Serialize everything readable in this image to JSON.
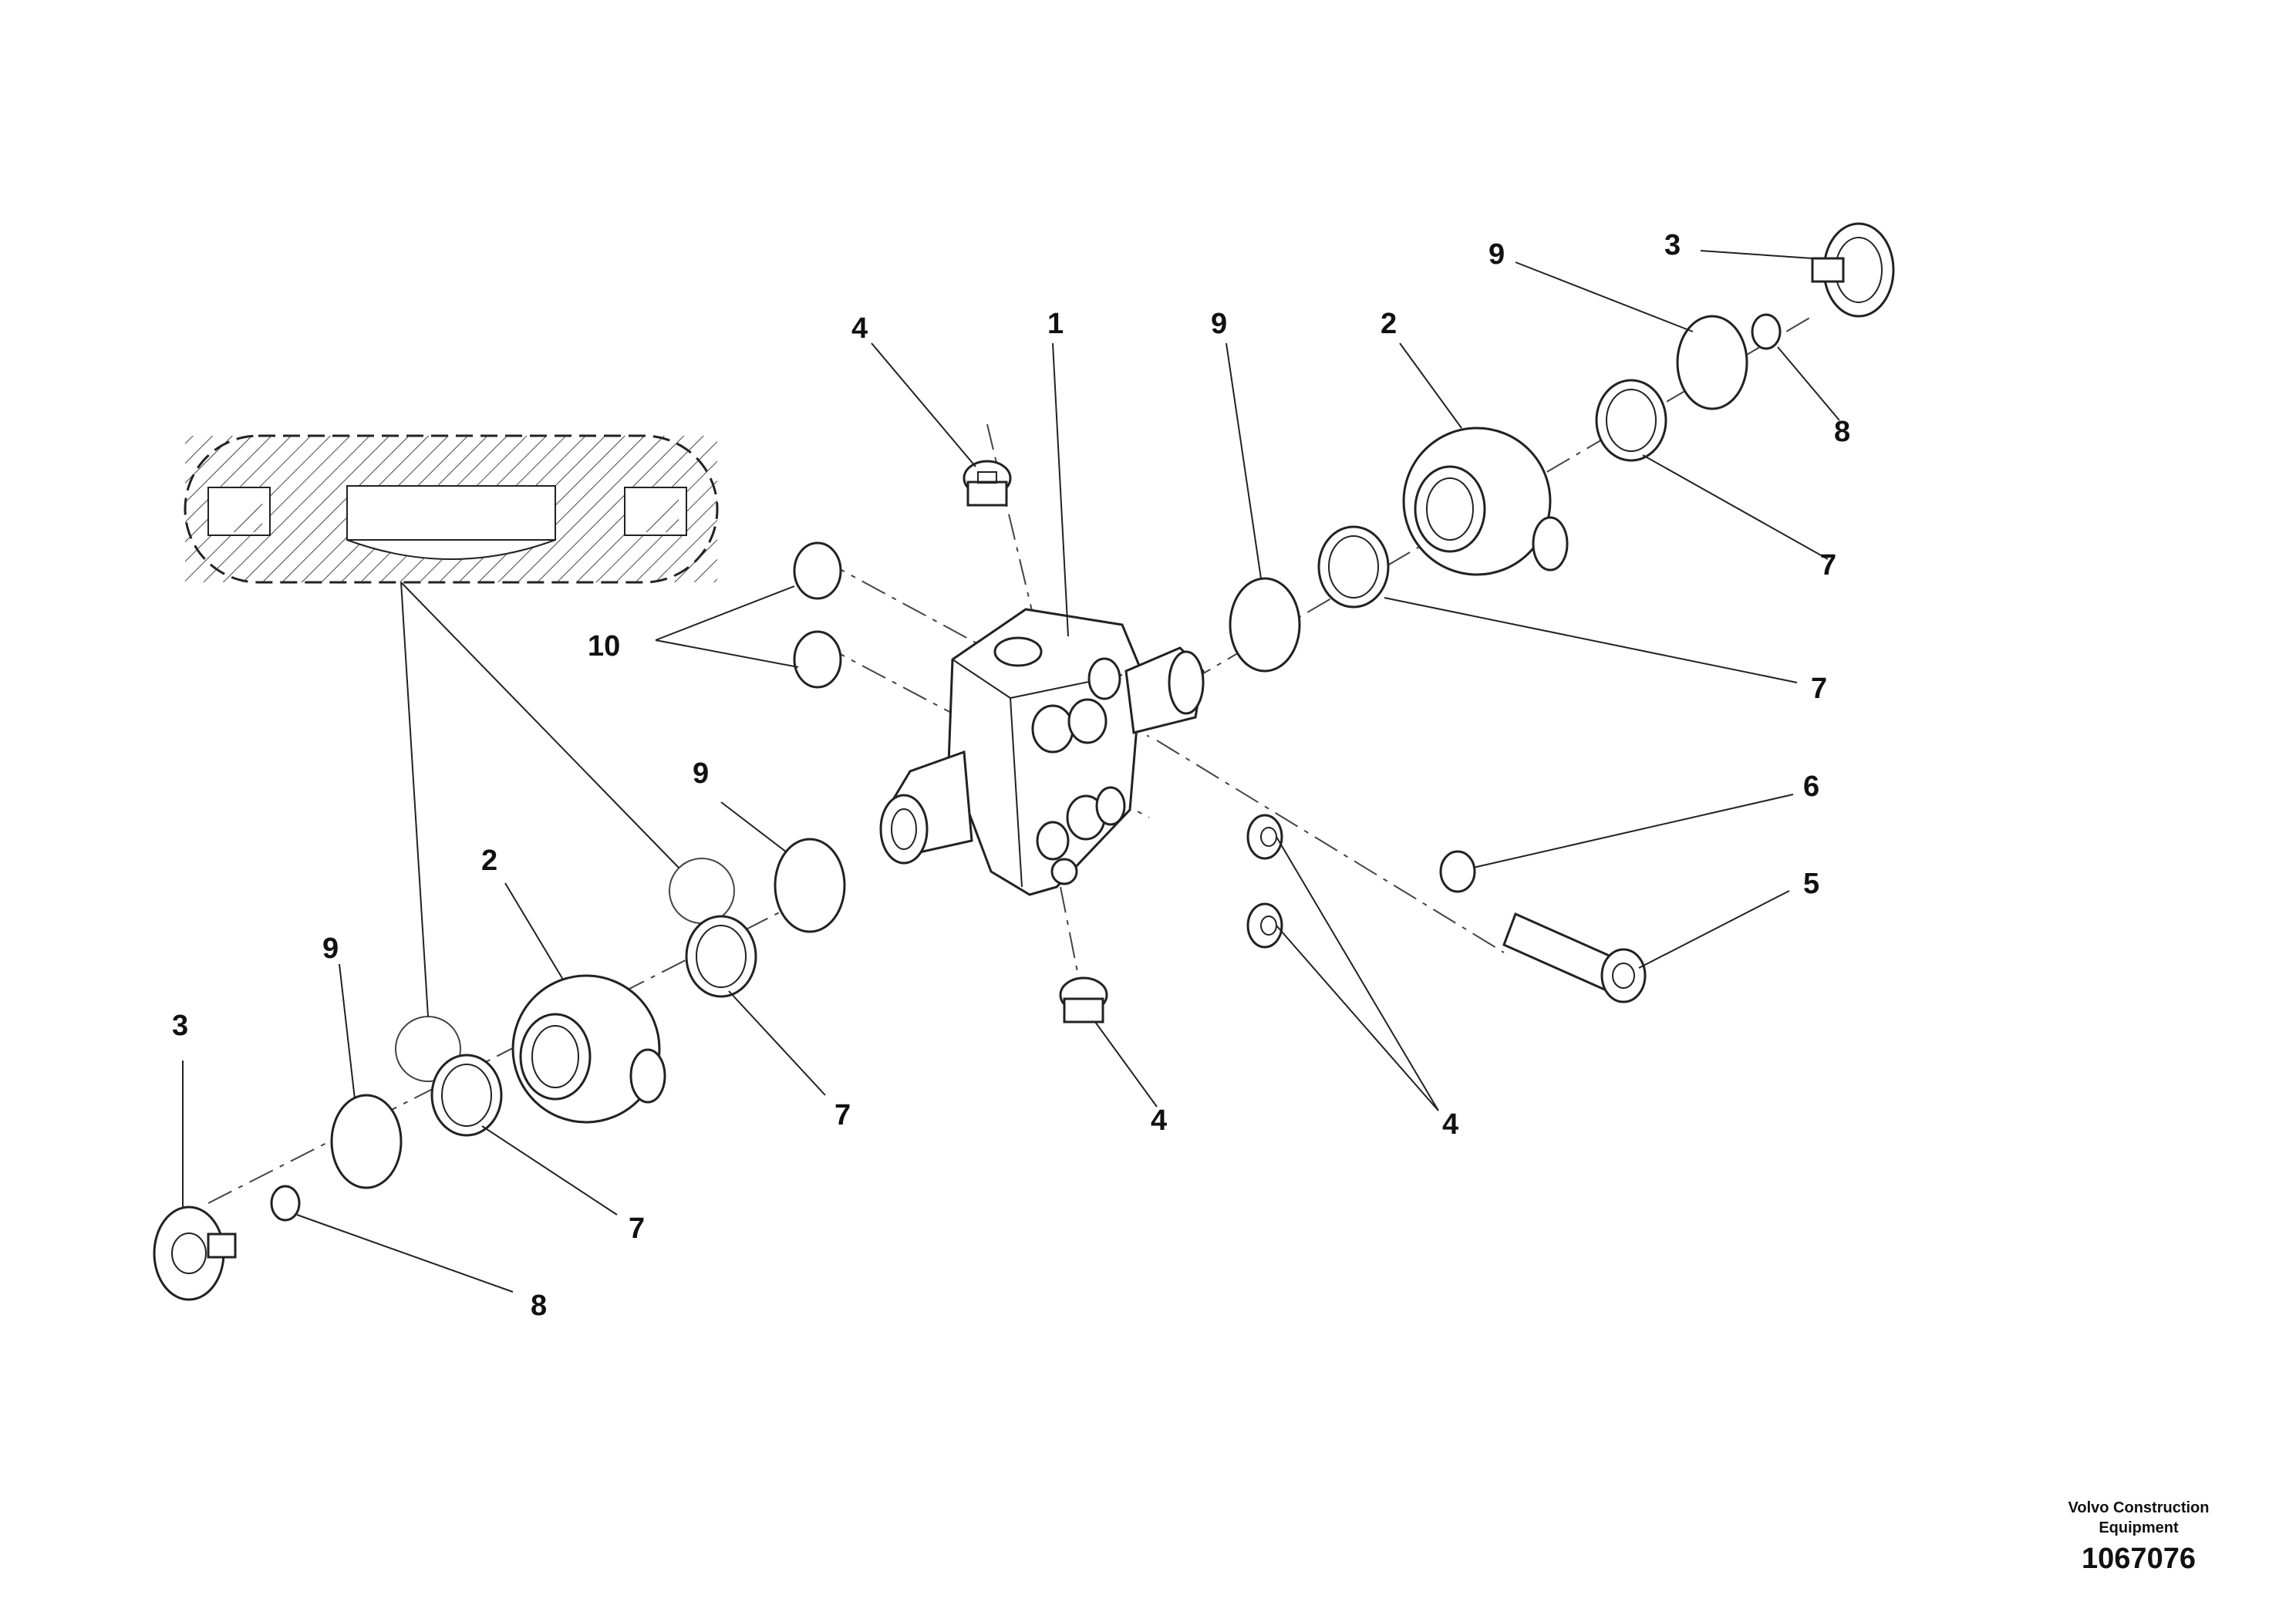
{
  "diagram": {
    "labels": {
      "l1": "1",
      "l2a": "2",
      "l2b": "2",
      "l3a": "3",
      "l3b": "3",
      "l4a": "4",
      "l4b": "4",
      "l4c": "4",
      "l5": "5",
      "l6": "6",
      "l7a": "7",
      "l7b": "7",
      "l7c": "7",
      "l7d": "7",
      "l8a": "8",
      "l8b": "8",
      "l9a": "9",
      "l9b": "9",
      "l9c": "9",
      "l9d": "9",
      "l10": "10"
    }
  },
  "footer": {
    "company_line1": "Volvo Construction",
    "company_line2": "Equipment",
    "drawing_number": "1067076"
  }
}
